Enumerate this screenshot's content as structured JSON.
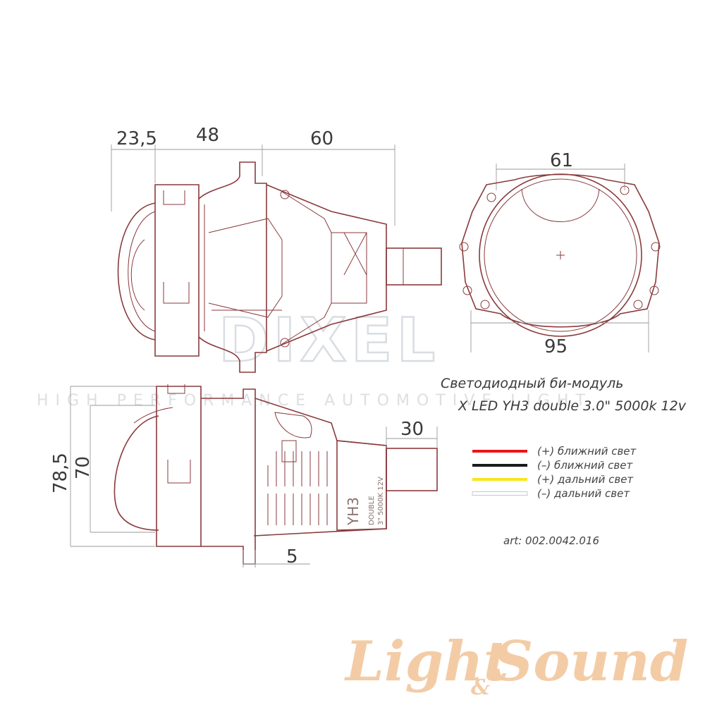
{
  "dimensions": {
    "d1": "23,5",
    "d2": "48",
    "d3": "60",
    "front_width": "61",
    "front_outer": "95",
    "height_outer": "78,5",
    "height_inner": "70",
    "connector_len": "30",
    "flange": "5"
  },
  "watermark": {
    "brand": "DIXEL",
    "tagline": "HIGH PERFORMANCE AUTOMOTIVE LIGHT"
  },
  "product": {
    "line1": "Светодиодный би-модуль",
    "line2": "X LED YH3 double 3.0\" 5000k 12v",
    "label_main": "YH3",
    "label_sub": "DOUBLE",
    "label_spec": "3\" 5000K 12V"
  },
  "legend": [
    {
      "color": "#e8161b",
      "label": "(+) ближний свет"
    },
    {
      "color": "#1a1a1a",
      "label": "(–) ближний свет"
    },
    {
      "color": "#f6e61a",
      "label": "(+) дальний свет"
    },
    {
      "color": "#ffffff",
      "label": "(–) дальний свет"
    }
  ],
  "article": "art: 002.0042.016",
  "logo": {
    "left": "Light",
    "amp": "&",
    "right": "Sound"
  },
  "colors": {
    "outline": "#8a3a3c",
    "logo": "#f3cca6"
  }
}
